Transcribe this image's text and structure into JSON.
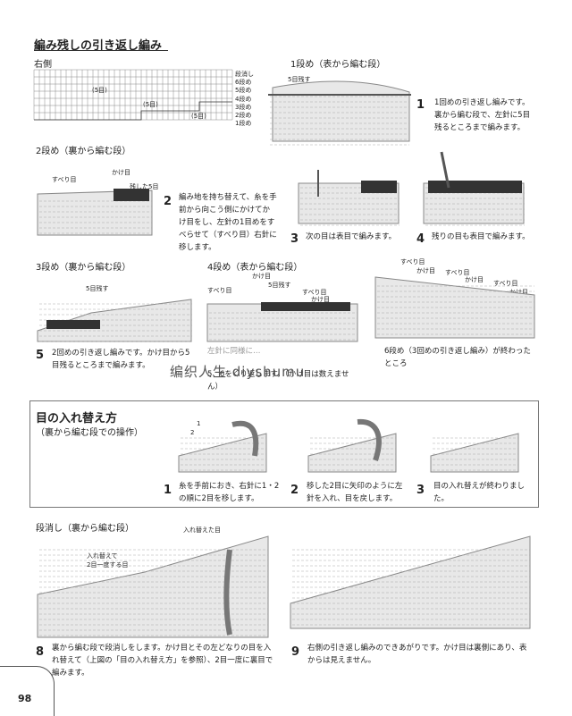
{
  "header": {
    "title": "編み残しの引き返し編み",
    "right_side": "右側"
  },
  "chart": {
    "row_labels": [
      "段消し",
      "6段め",
      "5段め",
      "4段め",
      "3段め",
      "2段め",
      "1段め"
    ],
    "gap_labels": [
      "(5目)",
      "(5目)",
      "(5目)"
    ]
  },
  "steps_top": [
    {
      "heading": "1段め（表から編む段）",
      "num": "1",
      "caption": "1回めの引き返し編みです。裏から編む段で、左針に5目残るところまで編みます。",
      "labels": [
        "5目残す"
      ]
    },
    {
      "heading": "2段め（裏から編む段）",
      "num": "2",
      "caption": "編み地を持ち替えて、糸を手前から向こう側にかけてかけ目をし、左針の1目めをすべらせて（すべり目）右針に移します。",
      "labels": [
        "すべり目",
        "かけ目",
        "残した5目"
      ]
    },
    {
      "num": "3",
      "caption": "次の目は表目で編みます。"
    },
    {
      "num": "4",
      "caption": "残りの目も表目で編みます。"
    },
    {
      "heading": "3段め（裏から編む段）",
      "num": "5",
      "caption": "2回めの引き返し編みです。かけ目から5目残るところまで編みます。",
      "labels": [
        "5目残す"
      ]
    },
    {
      "heading": "4段め（表から編む段）",
      "num": "",
      "caption": "左針に同様に…",
      "labels": [
        "かけ目",
        "すべり目",
        "5目残す",
        "すべり目",
        "かけ目"
      ]
    },
    {
      "num": "6",
      "caption": "5、6をくり返します。（かけ目は数えません）",
      "labels": [
        "すべり目",
        "かけ目",
        "すべり目",
        "かけ目",
        "すべり目",
        "かけ目"
      ]
    },
    {
      "num": "",
      "caption": "6段め（3回めの引き返し編み）が終わったところ"
    }
  ],
  "watermark": "编织人生 diyshumu",
  "swap": {
    "title": "目の入れ替え方",
    "subtitle": "（裏から編む段での操作）",
    "steps": [
      {
        "num": "1",
        "caption": "糸を手前におき、右針に1・2の順に2目を移します。",
        "labels": [
          "1",
          "2"
        ]
      },
      {
        "num": "2",
        "caption": "移した2目に矢印のように左針を入れ、目を戻します。"
      },
      {
        "num": "3",
        "caption": "目の入れ替えが終わりました。"
      }
    ]
  },
  "dankeshi": {
    "heading": "段消し（裏から編む段）",
    "labels": [
      "入れ替えた目",
      "入れ替えて",
      "2目一度する目"
    ],
    "steps": [
      {
        "num": "8",
        "caption": "裏から編む段で段消しをします。かけ目とその左どなりの目を入れ替えて（上図の「目の入れ替え方」を参照）、2目一度に裏目で編みます。"
      },
      {
        "num": "9",
        "caption": "右側の引き返し編みのできあがりです。かけ目は裏側にあり、表からは見えません。"
      }
    ]
  },
  "page_number": "98"
}
